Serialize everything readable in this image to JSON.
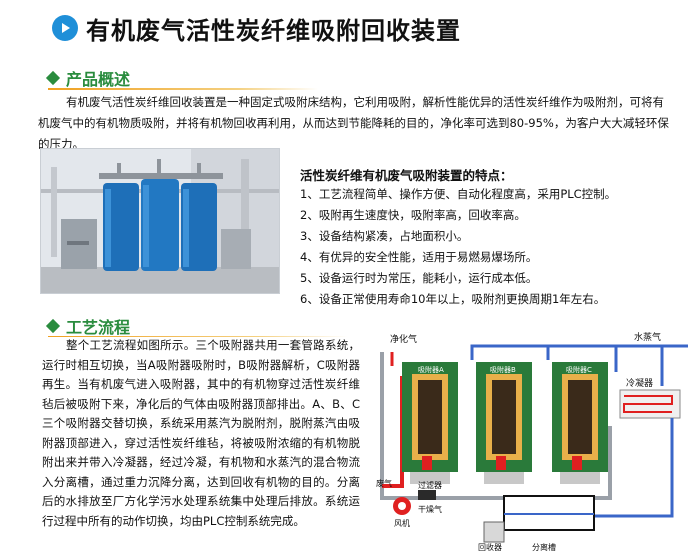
{
  "title": "有机废气活性炭纤维吸附回收装置",
  "overview": {
    "heading": "产品概述",
    "text": "有机废气活性炭纤维回收装置是一种固定式吸附床结构，它利用吸附，解析性能优异的活性炭纤维作为吸附剂，可将有机废气中的有机物质吸附，并将有机物回收再利用，从而达到节能降耗的目的，净化率可选到80-95%，为客户大大减轻环保的压力。"
  },
  "features": {
    "title": "活性炭纤维有机废气吸附装置的特点：",
    "items": [
      "1、工艺流程简单、操作方便、自动化程度高，采用PLC控制。",
      "2、吸附再生速度快，吸附率高，回收率高。",
      "3、设备结构紧凑，占地面积小。",
      "4、有优异的安全性能，适用于易燃易爆场所。",
      "5、设备运行时为常压，能耗小，运行成本低。",
      "6、设备正常使用寿命10年以上，吸附剂更换周期1年左右。"
    ]
  },
  "process": {
    "heading": "工艺流程",
    "text": "整个工艺流程如图所示。三个吸附器共用一套管路系统，运行时相互切换，当A吸附器吸附时，B吸附器解析，C吸附器再生。当有机废气进入吸附器，其中的有机物穿过活性炭纤维毡后被吸附下来，净化后的气体由吸附器顶部排出。A、B、C三个吸附器交替切换，系统采用蒸汽为脱附剂，脱附蒸汽由吸附器顶部进入，穿过活性炭纤维毡，将被吸附浓缩的有机物脱附出来并带入冷凝器，经过冷凝，有机物和水蒸汽的混合物流入分离槽，通过重力沉降分离，达到回收有机物的目的。分离后的水排放至厂方化学污水处理系统集中处理后排放。系统运行过程中所有的动作切换，均由PLC控制系统完成。"
  },
  "diagram": {
    "clean_gas": "净化气",
    "steam": "水蒸气",
    "adsorber_a": "吸附器A",
    "adsorber_b": "吸附器B",
    "adsorber_c": "吸附器C",
    "condenser": "冷凝器",
    "waste_gas": "废气",
    "filter": "过滤器",
    "dryer": "干燥气",
    "fan": "风机",
    "recovery_tank": "回收器",
    "separator": "分离槽"
  },
  "colors": {
    "title_circle": "#1f8fd8",
    "section_green": "#2a8c3e",
    "underline": "#f0a020",
    "pipe_red": "#e02020",
    "pipe_blue": "#3a66c8",
    "pipe_gray": "#9aa0a8"
  }
}
